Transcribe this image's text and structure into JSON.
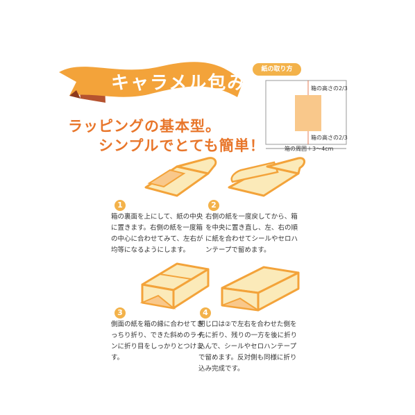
{
  "title": "キャラメル包み",
  "headline": {
    "line1": "ラッピングの基本型。",
    "line2": "シンプルでとても簡単！"
  },
  "paper": {
    "label": "紙の取り方",
    "top_note": "箱の高さの2/3",
    "bottom_note": "箱の高さの2/3",
    "width_note": "箱の周囲＋3～4cm"
  },
  "steps": [
    {
      "num": "1",
      "text": "箱の裏面を上にして、紙の中央に置きます。右側の紙を一度箱の中心に合わせてみて、左右が均等になるようにします。"
    },
    {
      "num": "2",
      "text": "右側の紙を一度戻してから、箱を中央に置き直し、左、右の順に紙を合わせてシールやセロハンテープで留めます。"
    },
    {
      "num": "3",
      "text": "側面の紙を箱の縁に合わせてきっちり折り、できた斜めのラインに折り目をしっかりとつけます。"
    },
    {
      "num": "4",
      "text": "閉じ口は②で左右を合わせた側を先に折り、残りの一方を後に折り込んで、シールやセロハンテープで留めます。反対側も同様に折り込み完成です。"
    }
  ],
  "colors": {
    "orange": "#f3a33a",
    "light": "#fbeab9",
    "brown": "#b5532f",
    "paper": "#f9c88b"
  }
}
